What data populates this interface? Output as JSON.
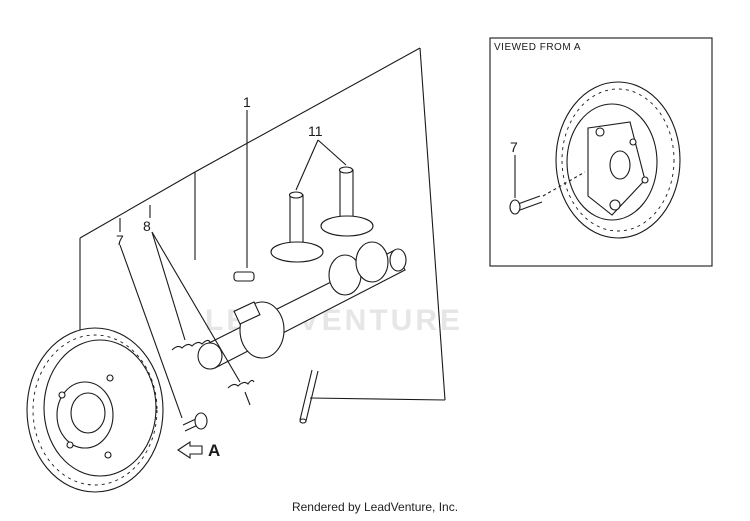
{
  "watermark": "LEADVENTURE",
  "footer": "Rendered by LeadVenture, Inc.",
  "inset": {
    "title": "VIEWED FROM A",
    "callout_7": "7"
  },
  "callouts": {
    "c1": "1",
    "c7": "7",
    "c8": "8",
    "c11": "11"
  },
  "view_arrow": {
    "letter": "A"
  }
}
